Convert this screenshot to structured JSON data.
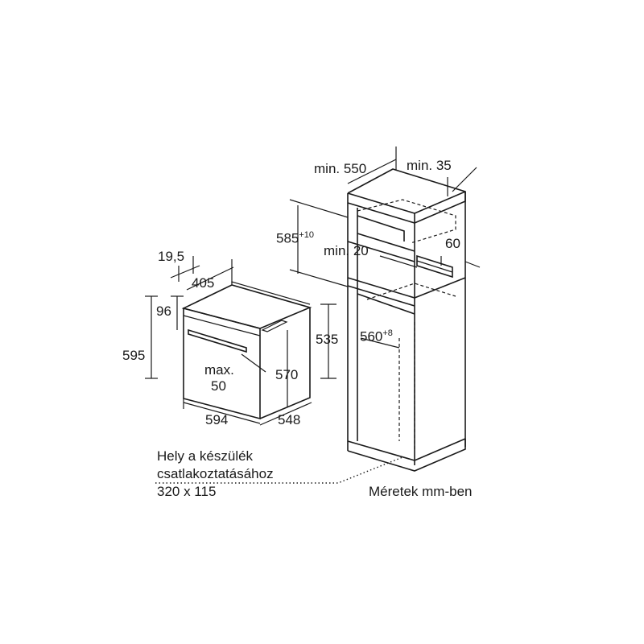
{
  "labels": {
    "min_550": "min. 550",
    "min_35": "min. 35",
    "d585": "585",
    "d585_sup": "+10",
    "min_20": "min. 20",
    "d60": "60",
    "d19_5": "19,5",
    "d405": "405",
    "d96": "96",
    "d595": "595",
    "d535": "535",
    "d560": "560",
    "d560_sup": "+8",
    "max": "max.",
    "d50": "50",
    "d570": "570",
    "d594": "594",
    "d548": "548"
  },
  "connection_note": {
    "line1": "Hely a készülék",
    "line2": "csatlakoztatásához",
    "line3": "320 x 115"
  },
  "units_note": "Méretek mm-ben"
}
